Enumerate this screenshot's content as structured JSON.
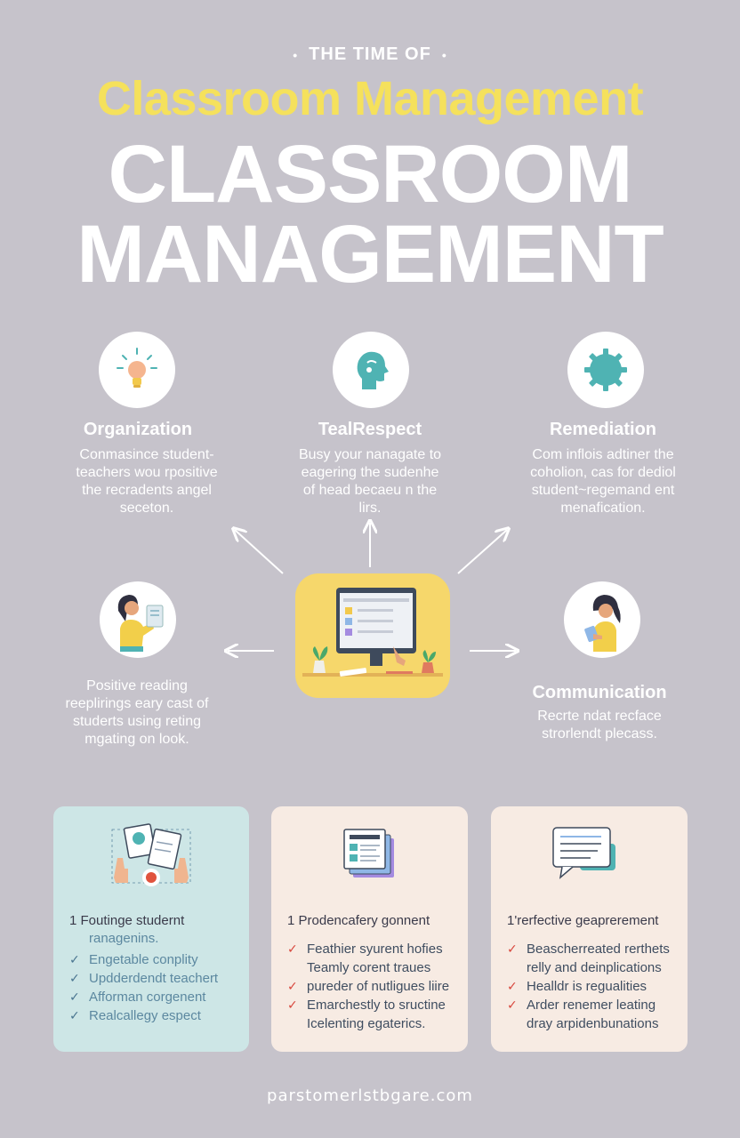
{
  "header": {
    "kicker": "THE TIME OF",
    "kicker_dot": "•",
    "subtitle": "Classroom Management",
    "title_line1": "CLASSROOM",
    "title_line2": "MANAGEMENT"
  },
  "columns": [
    {
      "icon": "lightbulb-icon",
      "title": "Organization",
      "lines": [
        "Conmasince student-",
        "teachers wou rpositive",
        "the recradents angel",
        "seceton."
      ]
    },
    {
      "icon": "head-profile-icon",
      "title": "TealRespect",
      "lines": [
        "Busy your nanagate to",
        "eagering the sudenhe",
        "of head becaeu n the",
        "lirs."
      ]
    },
    {
      "icon": "gear-icon",
      "title": "Remediation",
      "lines": [
        "Com inflois adtiner the",
        "coholion, cas for dediol",
        "student~regemand ent",
        "menafication."
      ]
    }
  ],
  "left_feature": {
    "icon": "person-reading-icon",
    "lines": [
      "Positive reading",
      "reeplirings eary cast of",
      "studerts using reting",
      "mgating on look."
    ]
  },
  "right_feature": {
    "icon": "person-tablet-icon",
    "title": "Communication",
    "lines": [
      "Recrte ndat recface",
      "strorlendt plecass."
    ]
  },
  "cards": [
    {
      "title": "1 Foutinge studernt",
      "subtitle": "ranagenins.",
      "items": [
        "Engetable conplity",
        "Updderdendt teachert",
        "Afforman corgenent",
        "Realcallegy espect"
      ]
    },
    {
      "title": "1 Prodencafery gonnent",
      "items": [
        "Feathier syurent hofies Teamly corent traues",
        "pureder of nutligues liire",
        "Emarchestly to sructine Icelenting egaterics."
      ]
    },
    {
      "title": "1'rerfective geaprerement",
      "items": [
        "Beascherreated rerthets relly and deinplications",
        "Healldr is regualities",
        "Arder renemer leating dray arpidenbunations"
      ]
    }
  ],
  "footer": "parstomerlstbgare.com",
  "colors": {
    "background": "#c6c3cb",
    "title_yellow": "#f5e15c",
    "teal": "#4fb3b3",
    "card_teal": "#cde6e6",
    "card_cream": "#f7ebe3"
  }
}
